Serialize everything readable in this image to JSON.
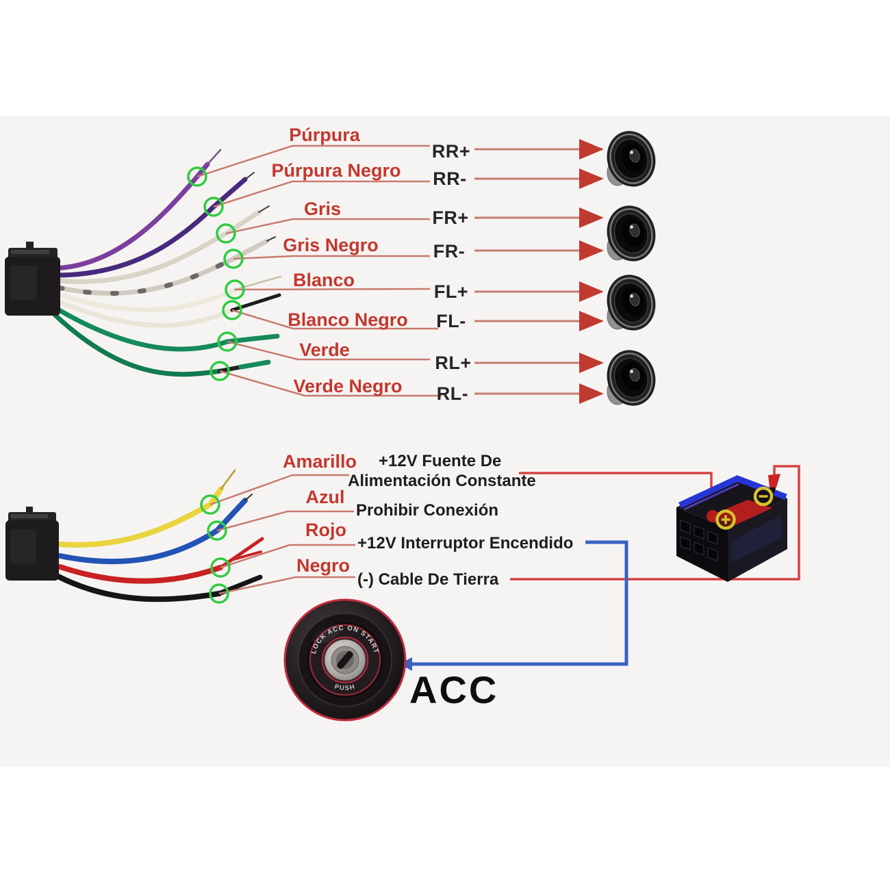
{
  "speaker_harness": {
    "wires": [
      {
        "label": "Púrpura",
        "signal": "RR+",
        "color": "#7b3f9f"
      },
      {
        "label": "Púrpura Negro",
        "signal": "RR-",
        "color": "#472a7d"
      },
      {
        "label": "Gris",
        "signal": "FR+",
        "color": "#d8d4c8"
      },
      {
        "label": "Gris Negro",
        "signal": "FR-",
        "color": "#cfcbbf"
      },
      {
        "label": "Blanco",
        "signal": "FL+",
        "color": "#ede9dc"
      },
      {
        "label": "Blanco Negro",
        "signal": "FL-",
        "color": "#e9e5d8"
      },
      {
        "label": "Verde",
        "signal": "RL+",
        "color": "#158a5b"
      },
      {
        "label": "Verde Negro",
        "signal": "RL-",
        "color": "#117a51"
      }
    ],
    "speaker_count": 4
  },
  "power_harness": {
    "wires": [
      {
        "label": "Amarillo",
        "function_line1": "+12V Fuente De",
        "function_line2": "Alimentación Constante",
        "color": "#ead43f"
      },
      {
        "label": "Azul",
        "function_line1": "Prohibir Conexión",
        "color": "#2453b6"
      },
      {
        "label": "Rojo",
        "function_line1": "+12V Interruptor Encendido",
        "color": "#c92222"
      },
      {
        "label": "Negro",
        "function_line1": "(-)  Cable De Tierra",
        "color": "#161616"
      }
    ],
    "ignition_switch": {
      "label": "ACC",
      "ring_text": "LOCK   ACC   ON   START",
      "push_text": "PUSH"
    }
  },
  "colors": {
    "label_red": "#c4372e",
    "line_salmon": "#c87a72",
    "arrow_red": "#c03a30",
    "power_line_red": "#d64242",
    "acc_line_blue": "#3a62c4",
    "crimp_ring_green": "#2ecc40"
  }
}
